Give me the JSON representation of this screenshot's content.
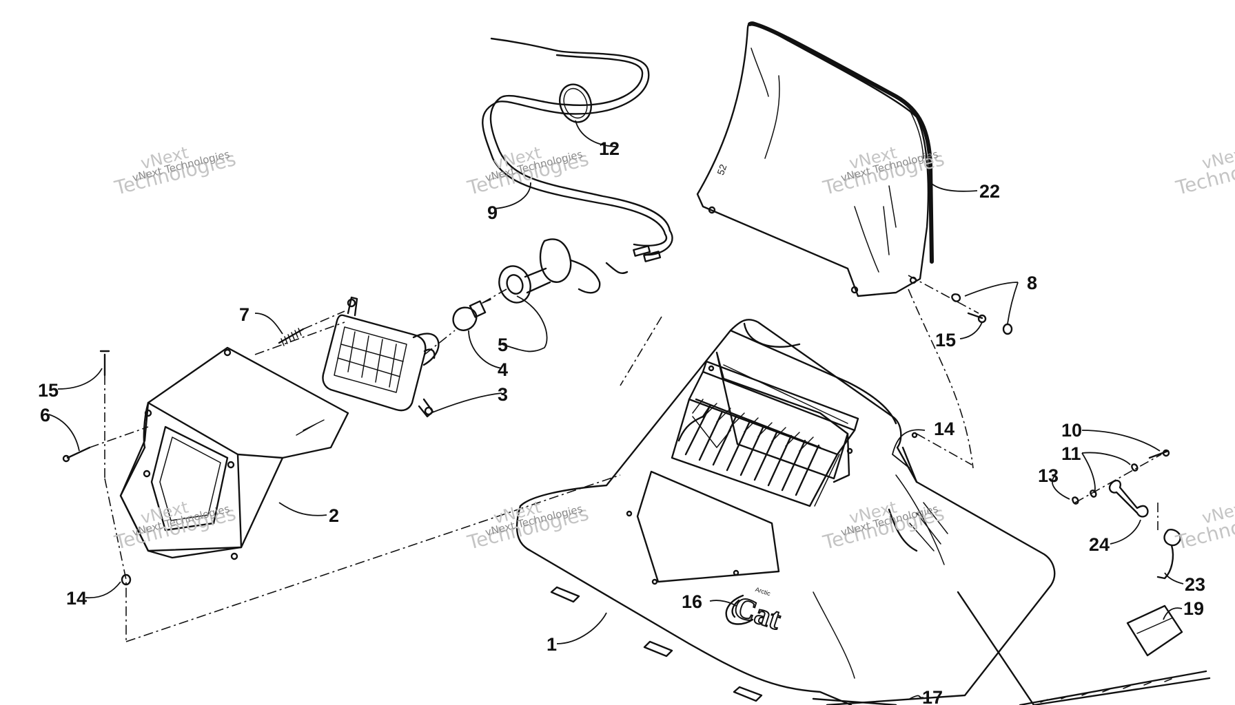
{
  "diagram": {
    "part_labels": [
      {
        "id": "1",
        "text": "1"
      },
      {
        "id": "2",
        "text": "2"
      },
      {
        "id": "3",
        "text": "3"
      },
      {
        "id": "4",
        "text": "4"
      },
      {
        "id": "5",
        "text": "5"
      },
      {
        "id": "6",
        "text": "6"
      },
      {
        "id": "7",
        "text": "7"
      },
      {
        "id": "8",
        "text": "8"
      },
      {
        "id": "9",
        "text": "9"
      },
      {
        "id": "10",
        "text": "10"
      },
      {
        "id": "11",
        "text": "11"
      },
      {
        "id": "12",
        "text": "12"
      },
      {
        "id": "13",
        "text": "13"
      },
      {
        "id": "14a",
        "text": "14"
      },
      {
        "id": "14b",
        "text": "14"
      },
      {
        "id": "15a",
        "text": "15"
      },
      {
        "id": "15b",
        "text": "15"
      },
      {
        "id": "16",
        "text": "16"
      },
      {
        "id": "17",
        "text": "17"
      },
      {
        "id": "19",
        "text": "19"
      },
      {
        "id": "22",
        "text": "22"
      },
      {
        "id": "23",
        "text": "23"
      },
      {
        "id": "24",
        "text": "24"
      }
    ],
    "hood_logo_text": "Cat",
    "hood_logo_small": "Arctic",
    "windshield_mark": "52"
  },
  "watermark": {
    "top": "vNext",
    "small": "vNext Technologies",
    "big": "Technologies"
  }
}
